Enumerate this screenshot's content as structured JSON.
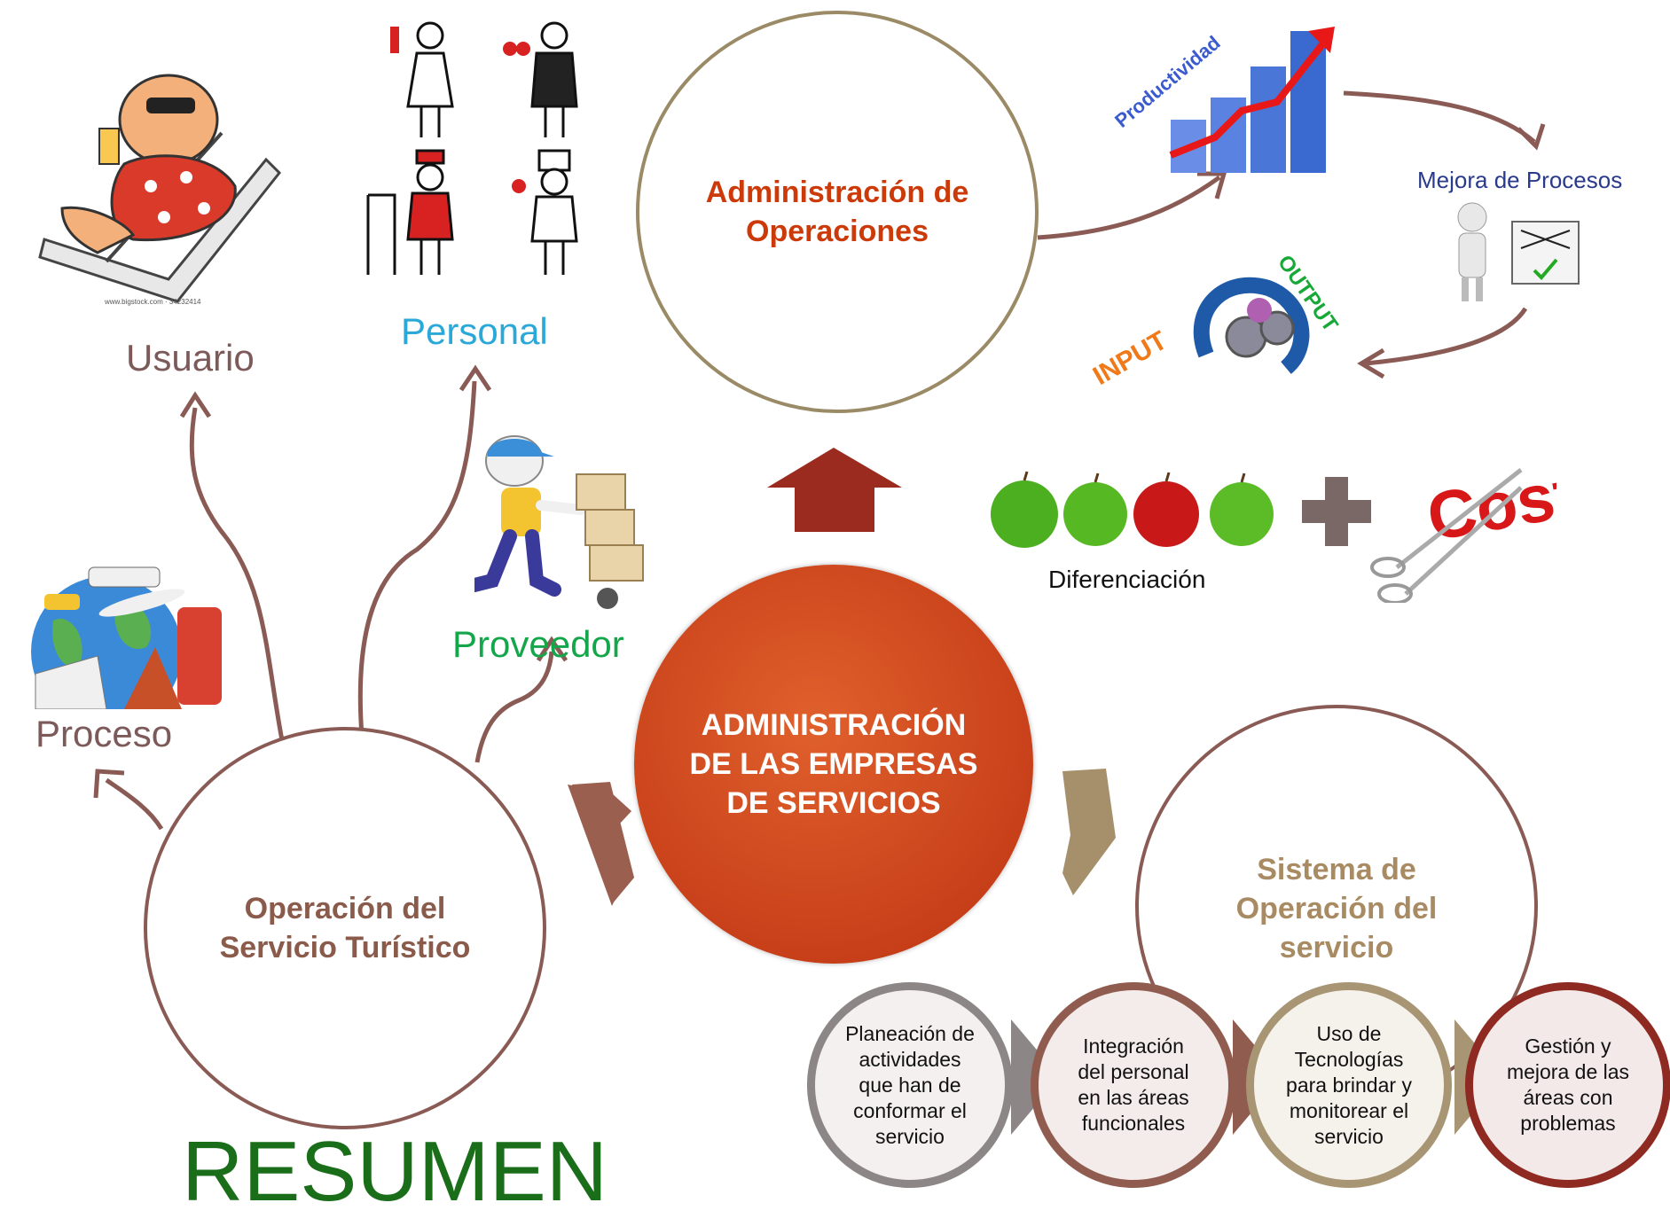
{
  "title": "RESUMEN",
  "center": {
    "text": "ADMINISTRACIÓN DE LAS EMPRESAS DE SERVICIOS",
    "lines": [
      "ADMINISTRACIÓN",
      "DE LAS EMPRESAS",
      "DE SERVICIOS"
    ]
  },
  "top_node": {
    "lines": [
      "Administración de",
      "Operaciones"
    ]
  },
  "left_node": {
    "lines": [
      "Operación del",
      "Servicio Turístico"
    ]
  },
  "right_node": {
    "lines": [
      "Sistema de",
      "Operación del",
      "servicio"
    ]
  },
  "labels": {
    "usuario": "Usuario",
    "personal": "Personal",
    "proveedor": "Proveedor",
    "proceso": "Proceso",
    "diferenciacion": "Diferenciación",
    "mejora": "Mejora de Procesos",
    "productividad": "Productividad",
    "input": "INPUT",
    "output": "OUTPUT",
    "cost": "Cost",
    "bigstock": "www.bigstock.com · 34232414"
  },
  "steps": [
    {
      "lines": [
        "Planeación de",
        "actividades",
        "que han de",
        "conformar el",
        "servicio"
      ]
    },
    {
      "lines": [
        "Integración",
        "del personal",
        "en las áreas",
        "funcionales"
      ]
    },
    {
      "lines": [
        "Uso de",
        "Tecnologías",
        "para brindar y",
        "monitorear el",
        "servicio"
      ]
    },
    {
      "lines": [
        "Gestión y",
        "mejora de las",
        "áreas con",
        "problemas"
      ]
    }
  ],
  "colors": {
    "center_fill": "#d24a1c",
    "top_text": "#cc3a0a",
    "left_border": "#8a5a55",
    "left_text": "#8a5a4a",
    "right_border": "#8a5a55",
    "right_text": "#a88a63",
    "top_border": "#9a8a66",
    "usuario": "#7d5a5a",
    "personal": "#2aa8d8",
    "proveedor": "#14a64a",
    "proceso": "#7d5a5a",
    "resumen": "#1a6e1a",
    "mejora": "#2a3a8a"
  }
}
